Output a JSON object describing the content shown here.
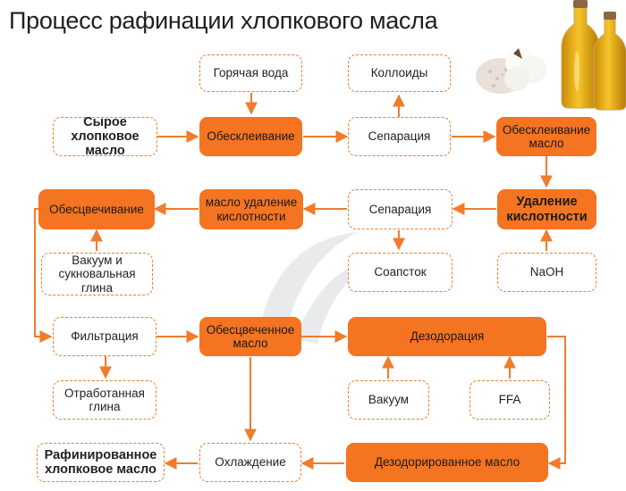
{
  "title": "Процесс рафинации хлопкового масла",
  "colors": {
    "accent": "#f47421",
    "dashed_border": "#f07c2c",
    "arrow": "#f07c2c"
  },
  "nodes": {
    "hot_water": "Горячая вода",
    "colloids": "Коллоиды",
    "crude_oil": "Сырое хлопковое масло",
    "degumming": "Обесклеивание",
    "separation_1": "Сепарация",
    "degummed_oil": "Обесклеивание масло",
    "bleaching": "Обесцвечивание",
    "deacidified_oil": "масло удаление кислотности",
    "separation_2": "Сепарация",
    "deacidification": "Удаление кислотности",
    "vacuum_clay": "Вакуум и сукновальная глина",
    "soapstock": "Соапсток",
    "naoh": "NaOH",
    "filtration": "Фильтрация",
    "bleached_oil": "Обесцвеченное масло",
    "deodorization": "Дезодорация",
    "spent_clay": "Отработанная глина",
    "vacuum": "Вакуум",
    "ffa": "FFA",
    "refined_oil": "Рафинированное хлопковое масло",
    "cooling": "Охлаждение",
    "deodorized_oil": "Дезодорированное масло"
  }
}
